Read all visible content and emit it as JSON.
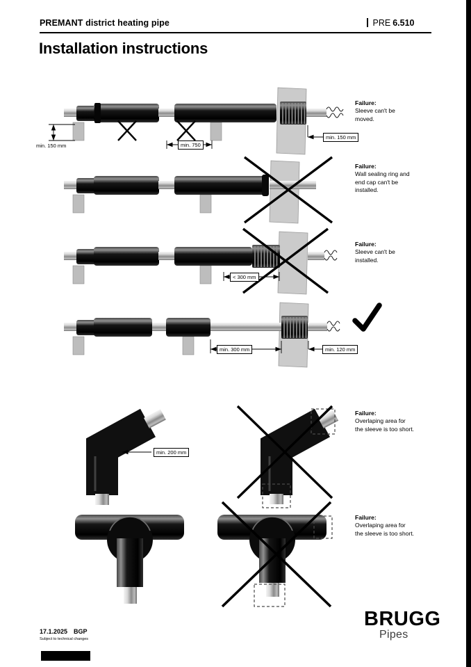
{
  "header": {
    "product": "PREMANT district heating pipe",
    "doc_prefix": "PRE",
    "doc_number": "6.510",
    "title": "Installation instructions"
  },
  "diagrams": {
    "row1": {
      "dim_left": "min. 150 mm",
      "dim_mid": "min. 750",
      "dim_right": "min. 150 mm",
      "failure_title": "Failure:",
      "failure_text": "Sleeve can't be moved."
    },
    "row2": {
      "failure_title": "Failure:",
      "failure_text": "Wall sealing ring and end cap can't be installed."
    },
    "row3": {
      "dim": "< 300 mm",
      "failure_title": "Failure:",
      "failure_text": "Sleeve can't be installed."
    },
    "row4": {
      "dim_left": "min. 300 mm",
      "dim_right": "min. 120 mm"
    },
    "row5": {
      "dim": "min. 200 mm",
      "failure_title": "Failure:",
      "failure_text": "Overlaping area for the sleeve is too short."
    },
    "row6": {
      "failure_title": "Failure:",
      "failure_text": "Overlaping area for the sleeve is too short."
    }
  },
  "symbols": {
    "failure_mark": "X",
    "approved_mark": "✓"
  },
  "footer": {
    "date": "17.1.2025",
    "initials": "BGP",
    "note": "Subject to technical changes",
    "brand": "BRUGG",
    "brand_sub": "Pipes"
  }
}
